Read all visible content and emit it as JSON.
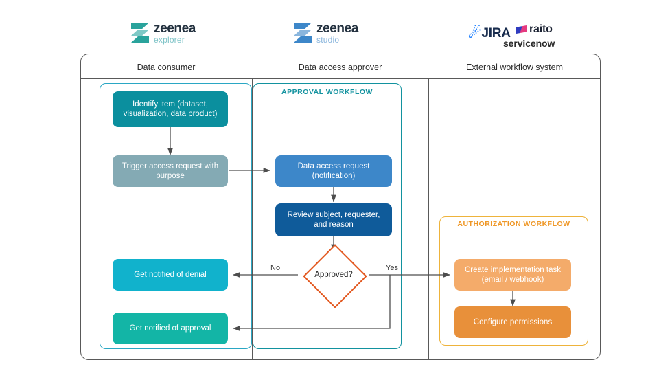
{
  "logos": [
    {
      "name": "zeenea-explorer",
      "brand": "zeenea",
      "product": "explorer",
      "color": "#2aa39c",
      "sub_color": "#7fc4c8"
    },
    {
      "name": "zeenea-studio",
      "brand": "zeenea",
      "product": "studio",
      "color": "#3d87c9",
      "sub_color": "#8ab6dd"
    },
    {
      "name": "jira",
      "text": "JIRA"
    },
    {
      "name": "raito",
      "text": "raito"
    },
    {
      "name": "servicenow",
      "text": "servicenow"
    }
  ],
  "columns": [
    {
      "label": "Data consumer"
    },
    {
      "label": "Data access approver"
    },
    {
      "label": "External workflow system"
    }
  ],
  "containers": [
    {
      "id": "consumer-lane",
      "label": "",
      "border_color": "#2aa7c4"
    },
    {
      "id": "approval-workflow",
      "label": "APPROVAL WORKFLOW",
      "border_color": "#12929f",
      "label_color": "#12929f"
    },
    {
      "id": "authorization-workflow",
      "label": "AUTHORIZATION WORKFLOW",
      "border_color": "#eeb33b",
      "label_color": "#ef9726"
    }
  ],
  "nodes": [
    {
      "id": "identify-item",
      "label": "Identify item (dataset, visualization, data product)",
      "color": "#0b8f9e"
    },
    {
      "id": "trigger-access-request",
      "label": "Trigger access request with purpose",
      "color": "#84aab4"
    },
    {
      "id": "data-access-request",
      "label": "Data access request (notification)",
      "color": "#3d87c9"
    },
    {
      "id": "review-subject",
      "label": "Review subject, requester, and reason",
      "color": "#0f5b9a"
    },
    {
      "id": "approved-decision",
      "label": "Approved?",
      "border_color": "#e2571e",
      "fill": "#ffffff",
      "text_color": "#1d1d1d"
    },
    {
      "id": "get-notified-denial",
      "label": "Get notified of denial",
      "color": "#11b2cc"
    },
    {
      "id": "get-notified-approval",
      "label": "Get notified of approval",
      "color": "#13b5a6"
    },
    {
      "id": "create-implementation-task",
      "label": "Create implementation task (email / webhook)",
      "color": "#f4ab6a"
    },
    {
      "id": "configure-permissions",
      "label": "Configure permissions",
      "color": "#e8903a"
    }
  ],
  "edge_labels": [
    {
      "id": "no-label",
      "text": "No"
    },
    {
      "id": "yes-label",
      "text": "Yes"
    }
  ],
  "colors": {
    "frame": "#595959",
    "wire": "#4d4d4d",
    "canvas": "#ffffff"
  }
}
